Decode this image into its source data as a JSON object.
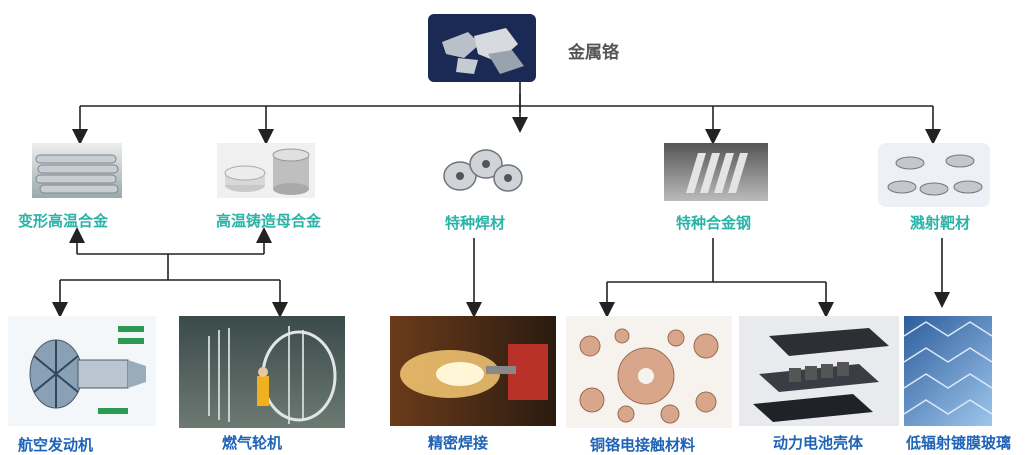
{
  "root": {
    "label": "金属铬"
  },
  "level1": [
    {
      "label": "变形高温合金"
    },
    {
      "label": "高温铸造母合金"
    },
    {
      "label": "特种焊材"
    },
    {
      "label": "特种合金钢"
    },
    {
      "label": "溅射靶材"
    }
  ],
  "level2": [
    {
      "label": "航空发动机"
    },
    {
      "label": "燃气轮机"
    },
    {
      "label": "精密焊接"
    },
    {
      "label": "铜铬电接触材料"
    },
    {
      "label": "动力电池壳体"
    },
    {
      "label": "低辐射镀膜玻璃"
    }
  ],
  "colors": {
    "level1_text": "#2bb3a8",
    "level2_text": "#1f63b7",
    "root_text": "#555555",
    "lines": "#222222"
  }
}
